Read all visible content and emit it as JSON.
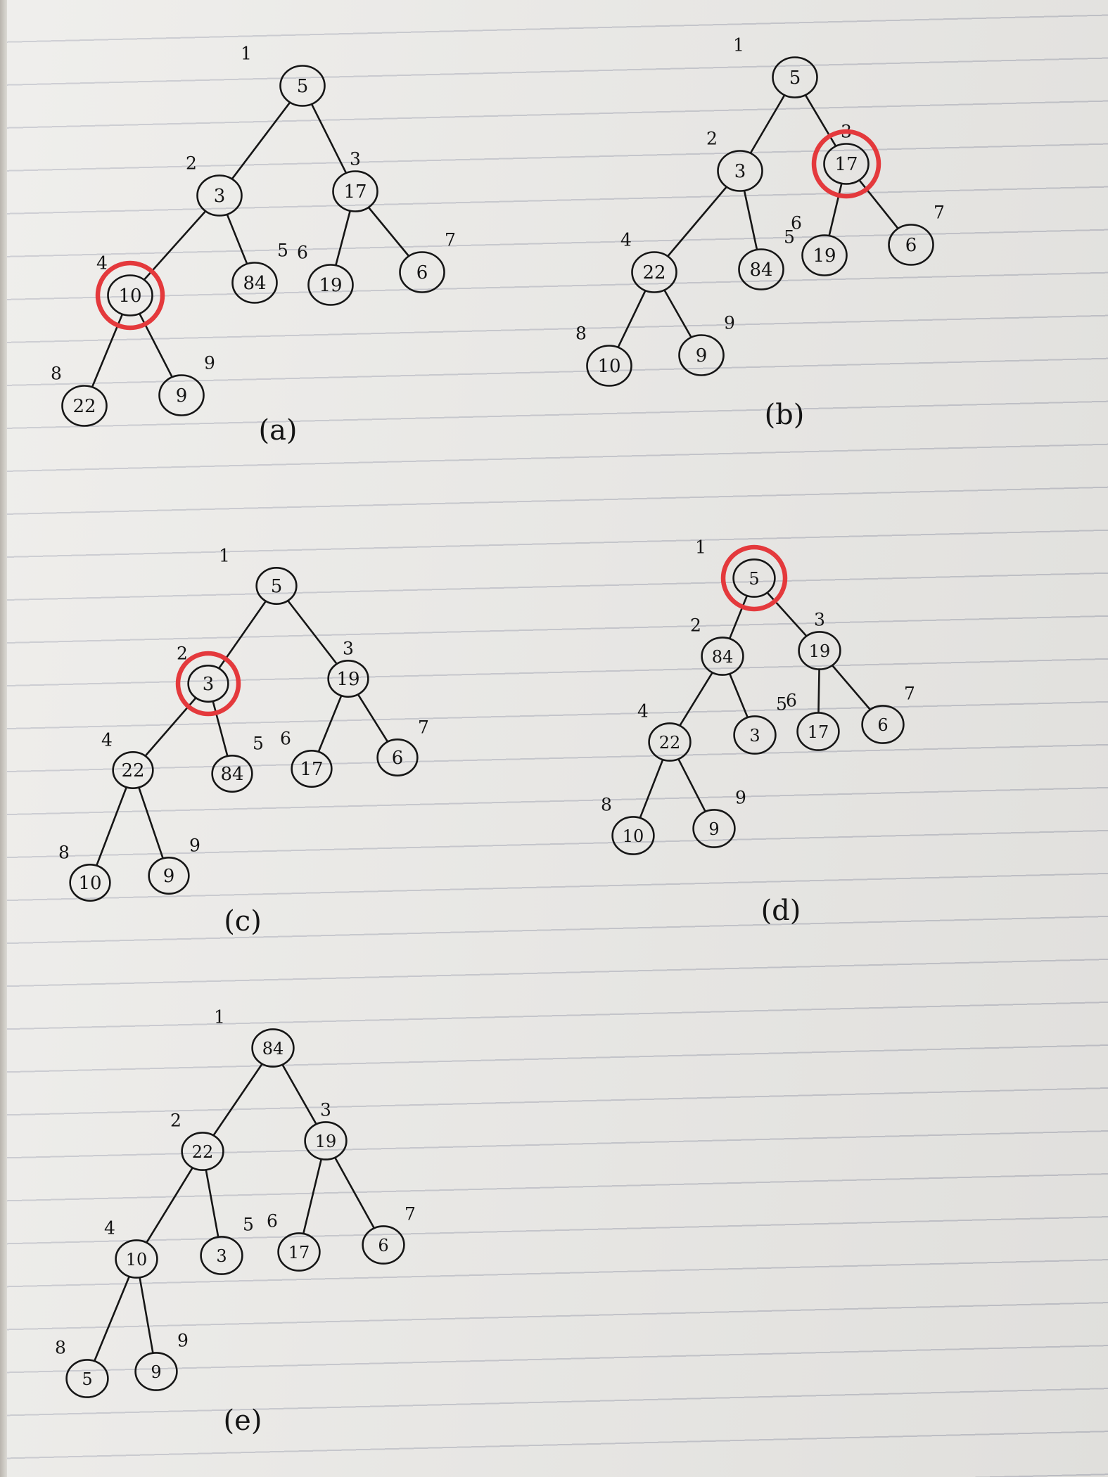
{
  "highlight_color": "#e4393c",
  "ink_color": "#161616",
  "trees": [
    {
      "id": "a",
      "caption": "(a)",
      "highlight": 4,
      "nodes": [
        {
          "index": "1",
          "key": "5"
        },
        {
          "index": "2",
          "key": "3"
        },
        {
          "index": "3",
          "key": "17"
        },
        {
          "index": "4",
          "key": "10"
        },
        {
          "index": "5",
          "key": "84"
        },
        {
          "index": "6",
          "key": "19"
        },
        {
          "index": "7",
          "key": "6"
        },
        {
          "index": "8",
          "key": "22"
        },
        {
          "index": "9",
          "key": "9"
        }
      ]
    },
    {
      "id": "b",
      "caption": "(b)",
      "highlight": 3,
      "nodes": [
        {
          "index": "1",
          "key": "5"
        },
        {
          "index": "2",
          "key": "3"
        },
        {
          "index": "3",
          "key": "17"
        },
        {
          "index": "4",
          "key": "22"
        },
        {
          "index": "5",
          "key": "84"
        },
        {
          "index": "6",
          "key": "19"
        },
        {
          "index": "7",
          "key": "6"
        },
        {
          "index": "8",
          "key": "10"
        },
        {
          "index": "9",
          "key": "9"
        }
      ]
    },
    {
      "id": "c",
      "caption": "(c)",
      "highlight": 2,
      "nodes": [
        {
          "index": "1",
          "key": "5"
        },
        {
          "index": "2",
          "key": "3"
        },
        {
          "index": "3",
          "key": "19"
        },
        {
          "index": "4",
          "key": "22"
        },
        {
          "index": "5",
          "key": "84"
        },
        {
          "index": "6",
          "key": "17"
        },
        {
          "index": "7",
          "key": "6"
        },
        {
          "index": "8",
          "key": "10"
        },
        {
          "index": "9",
          "key": "9"
        }
      ]
    },
    {
      "id": "d",
      "caption": "(d)",
      "highlight": 1,
      "nodes": [
        {
          "index": "1",
          "key": "5"
        },
        {
          "index": "2",
          "key": "84"
        },
        {
          "index": "3",
          "key": "19"
        },
        {
          "index": "4",
          "key": "22"
        },
        {
          "index": "5",
          "key": "3"
        },
        {
          "index": "6",
          "key": "17"
        },
        {
          "index": "7",
          "key": "6"
        },
        {
          "index": "8",
          "key": "10"
        },
        {
          "index": "9",
          "key": "9"
        }
      ]
    },
    {
      "id": "e",
      "caption": "(e)",
      "highlight": null,
      "nodes": [
        {
          "index": "1",
          "key": "84"
        },
        {
          "index": "2",
          "key": "22"
        },
        {
          "index": "3",
          "key": "19"
        },
        {
          "index": "4",
          "key": "10"
        },
        {
          "index": "5",
          "key": "3"
        },
        {
          "index": "6",
          "key": "17"
        },
        {
          "index": "7",
          "key": "6"
        },
        {
          "index": "8",
          "key": "5"
        },
        {
          "index": "9",
          "key": "9"
        }
      ]
    }
  ]
}
